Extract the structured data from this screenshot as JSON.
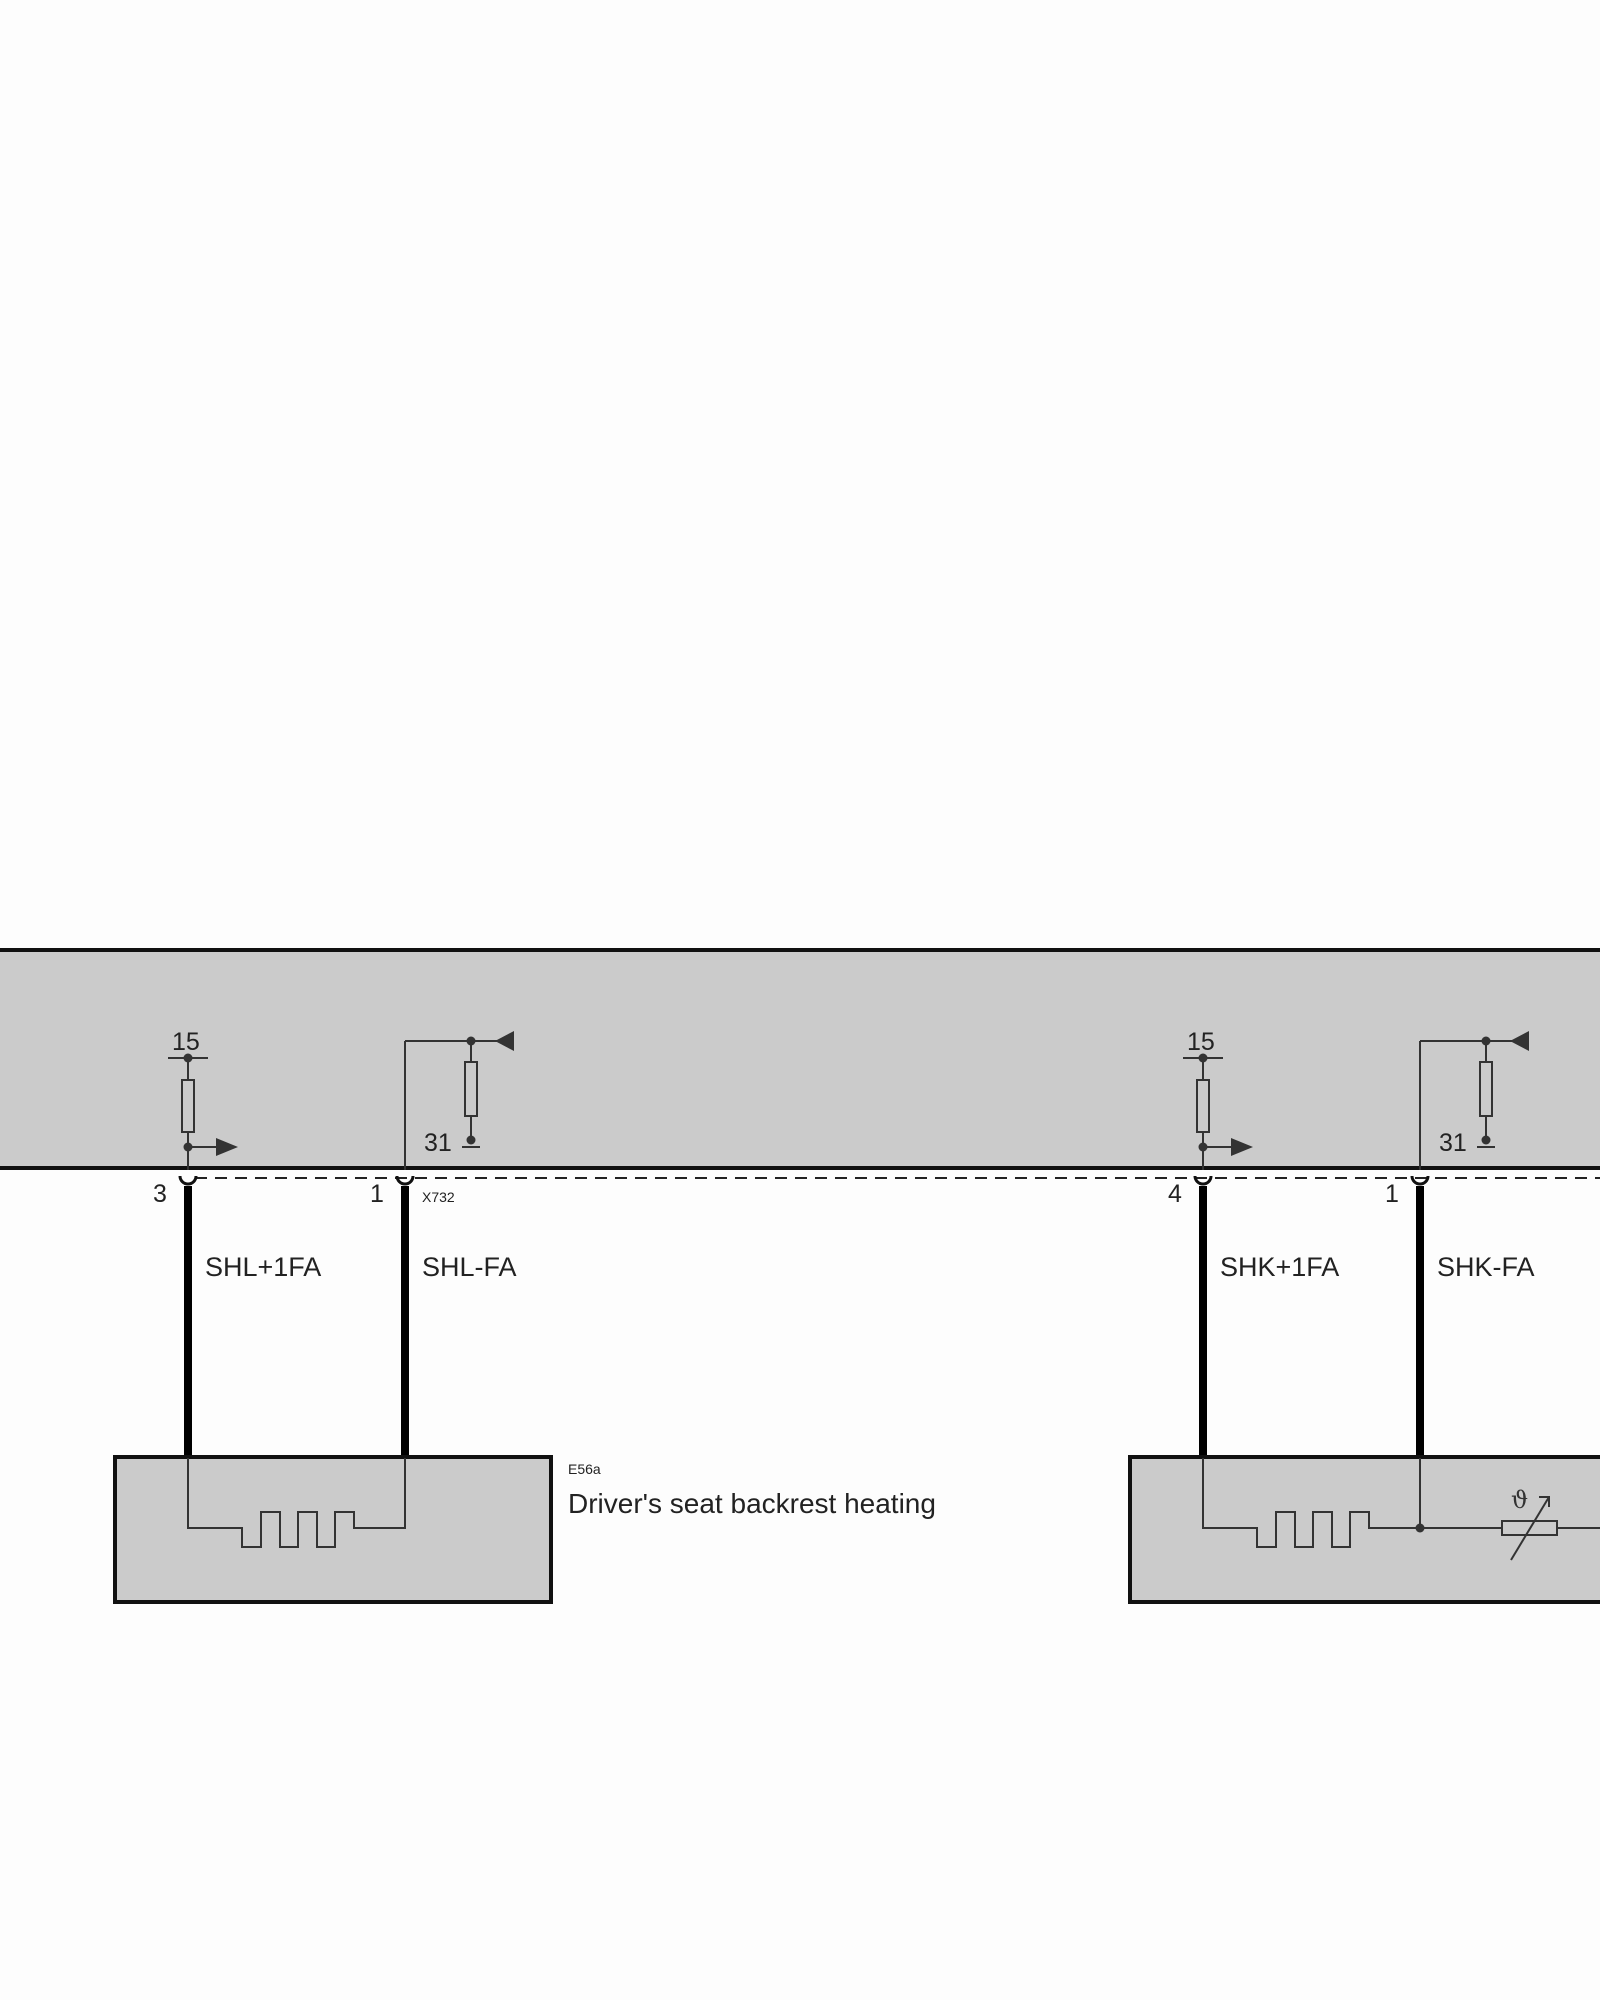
{
  "terminals": {
    "t15_left": "15",
    "t31_left": "31",
    "t15_right": "15",
    "t31_right": "31"
  },
  "pins": {
    "left_a": "3",
    "left_b": "1",
    "right_a": "4",
    "right_b": "1"
  },
  "connector": "X732",
  "wires": {
    "left_a": "SHL+1FA",
    "left_b": "SHL-FA",
    "right_a": "SHK+1FA",
    "right_b": "SHK-FA"
  },
  "component": {
    "id": "E56a",
    "description": "Driver's seat backrest heating"
  },
  "symbols": {
    "ntc": "ϑ"
  },
  "colors": {
    "module_fill": "#cbcbcb",
    "line": "#111111",
    "wire": "#000000",
    "background": "#fdfdfd"
  }
}
